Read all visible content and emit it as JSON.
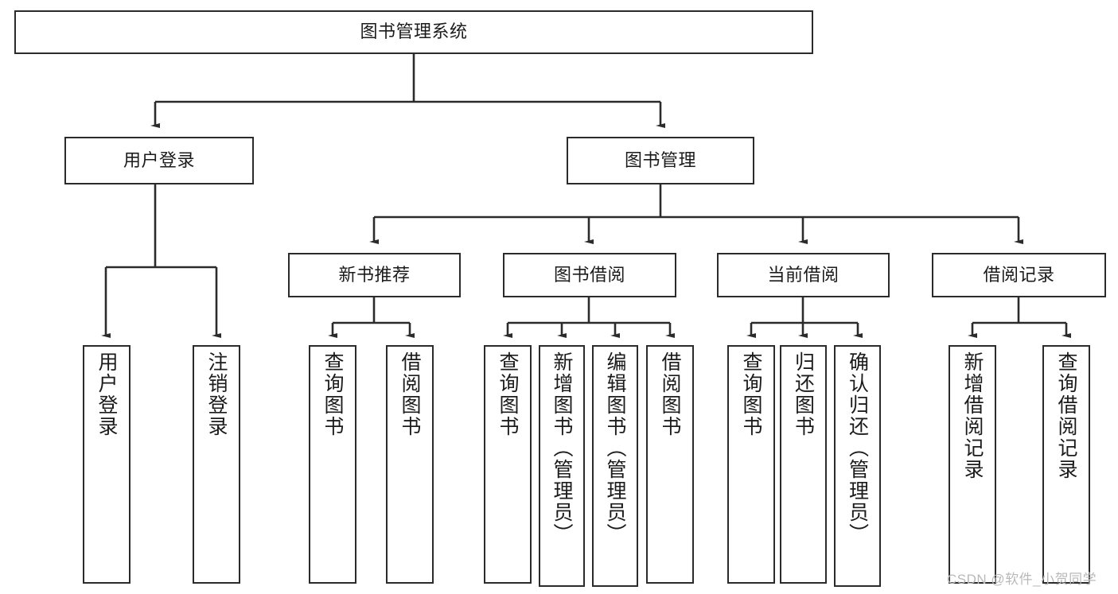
{
  "diagram": {
    "title": "图书管理系统",
    "type": "tree-hierarchy-chart",
    "watermark": "CSDN @软件_小贺同学",
    "colors": {
      "box_border": "#2b2b2b",
      "box_fill": "#ffffff",
      "connector": "#2b2b2b",
      "text": "#1b1b1b",
      "watermark": "#b9b9b9",
      "background": "#ffffff"
    },
    "root": {
      "label": "图书管理系统"
    },
    "level2": [
      {
        "label": "用户登录"
      },
      {
        "label": "图书管理"
      }
    ],
    "level3": [
      {
        "label": "新书推荐"
      },
      {
        "label": "图书借阅"
      },
      {
        "label": "当前借阅"
      },
      {
        "label": "借阅记录"
      }
    ],
    "leaves": {
      "user_login": [
        {
          "label": "用户登录"
        },
        {
          "label": "注销登录"
        }
      ],
      "new_book_recommend": [
        {
          "label": "查询图书"
        },
        {
          "label": "借阅图书"
        }
      ],
      "book_borrow": [
        {
          "label": "查询图书"
        },
        {
          "label": "新增图书（管理员）"
        },
        {
          "label": "编辑图书（管理员）"
        },
        {
          "label": "借阅图书"
        }
      ],
      "current_borrow": [
        {
          "label": "查询图书"
        },
        {
          "label": "归还图书"
        },
        {
          "label": "确认归还（管理员）"
        }
      ],
      "borrow_record": [
        {
          "label": "新增借阅记录"
        },
        {
          "label": "查询借阅记录"
        }
      ]
    }
  }
}
